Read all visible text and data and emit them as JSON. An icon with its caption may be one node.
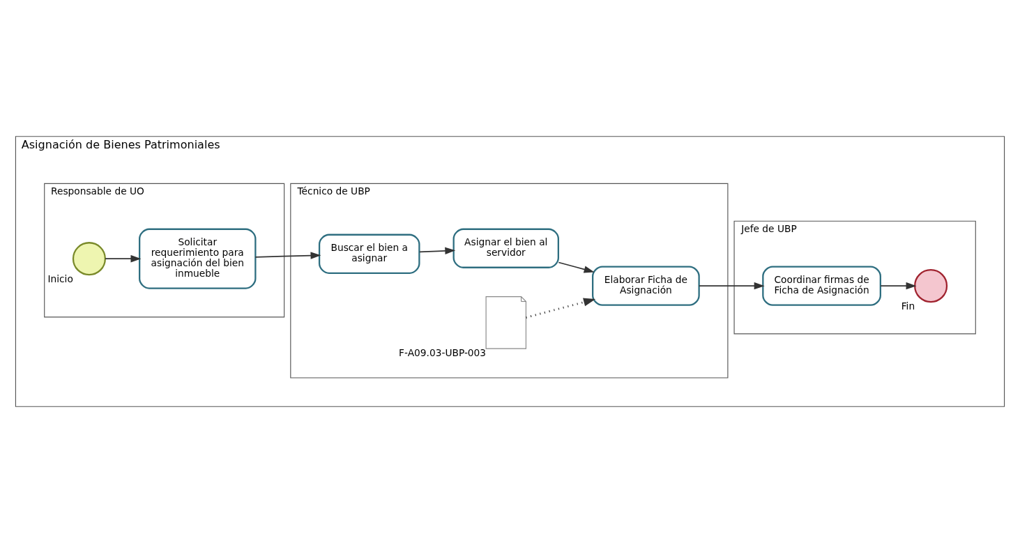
{
  "diagram": {
    "nodes": [
      {
        "text": [
          "Asignación de Bienes Patrimoniales"
        ]
      },
      {
        "text": [
          "Responsable de UO"
        ],
        "in": 0
      },
      {
        "text": [],
        "shape": "circle",
        "beside": [
          "Inicio"
        ],
        "in": 1
      },
      {
        "text": [
          "Solicitar requerimiento para asignación del bien inmueble"
        ],
        "in": 1
      },
      {
        "text": [
          "Técnico de UBP"
        ],
        "in": 0
      },
      {
        "text": [
          "Buscar el bien a asignar"
        ],
        "in": 4
      },
      {
        "text": [
          "Asignar el bien al servidor"
        ],
        "in": 4
      },
      {
        "text": [
          "Elaborar Ficha de Asignación"
        ],
        "in": 4
      },
      {
        "text": [],
        "shape": "document",
        "beside": [
          "F-A09.03-UBP-003"
        ],
        "in": 4
      },
      {
        "text": [
          "Jefe de UBP"
        ],
        "in": 0
      },
      {
        "text": [
          "Coordinar firmas de Ficha de Asignación"
        ],
        "in": 9
      },
      {
        "text": [],
        "shape": "circle",
        "beside": [
          "Fin"
        ],
        "in": 9
      }
    ],
    "edges": [
      {
        "from": 2,
        "to": 3,
        "arrow": "to"
      },
      {
        "from": 3,
        "to": 5,
        "arrow": "to"
      },
      {
        "from": 5,
        "to": 6,
        "arrow": "to"
      },
      {
        "from": 6,
        "to": 7,
        "arrow": "to"
      },
      {
        "from": 8,
        "to": 7,
        "arrow": "to",
        "style": "dashed"
      },
      {
        "from": 7,
        "to": 10,
        "arrow": "to"
      },
      {
        "from": 10,
        "to": 11,
        "arrow": "to"
      }
    ]
  }
}
